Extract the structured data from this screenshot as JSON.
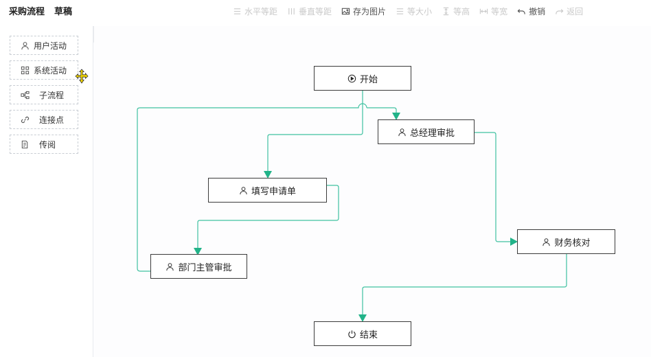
{
  "header": {
    "title": "采购流程",
    "status": "草稿"
  },
  "toolbar": [
    {
      "label": "水平等距",
      "icon": "align-horizontal-icon",
      "enabled": false
    },
    {
      "label": "垂直等距",
      "icon": "align-vertical-icon",
      "enabled": false
    },
    {
      "label": "存为图片",
      "icon": "image-icon",
      "enabled": true
    },
    {
      "label": "等大小",
      "icon": "same-size-icon",
      "enabled": false
    },
    {
      "label": "等高",
      "icon": "same-height-icon",
      "enabled": false
    },
    {
      "label": "等宽",
      "icon": "same-width-icon",
      "enabled": false
    },
    {
      "label": "撤销",
      "icon": "undo-icon",
      "enabled": true
    },
    {
      "label": "返回",
      "icon": "redo-icon",
      "enabled": false
    }
  ],
  "palette": [
    {
      "label": "用户活动",
      "icon": "user-icon"
    },
    {
      "label": "系统活动",
      "icon": "grid-icon"
    },
    {
      "label": "子流程",
      "icon": "subprocess-icon"
    },
    {
      "label": "连接点",
      "icon": "link-icon"
    },
    {
      "label": "传阅",
      "icon": "document-icon"
    }
  ],
  "nodes": {
    "start": {
      "label": "开始",
      "icon": "play-circle-icon"
    },
    "gm_approval": {
      "label": "总经理审批",
      "icon": "user-icon"
    },
    "fill_request": {
      "label": "填写申请单",
      "icon": "user-icon"
    },
    "finance_check": {
      "label": "财务核对",
      "icon": "user-icon"
    },
    "dept_approval": {
      "label": "部门主管审批",
      "icon": "user-icon"
    },
    "end": {
      "label": "结束",
      "icon": "power-icon"
    }
  },
  "colors": {
    "edge": "#3fc1a0",
    "arrow": "#22b389",
    "node_border": "#3a3a3a",
    "toolbar_disabled": "#c9c9c9",
    "toolbar_enabled": "#555555",
    "cursor": "#f5d800"
  }
}
